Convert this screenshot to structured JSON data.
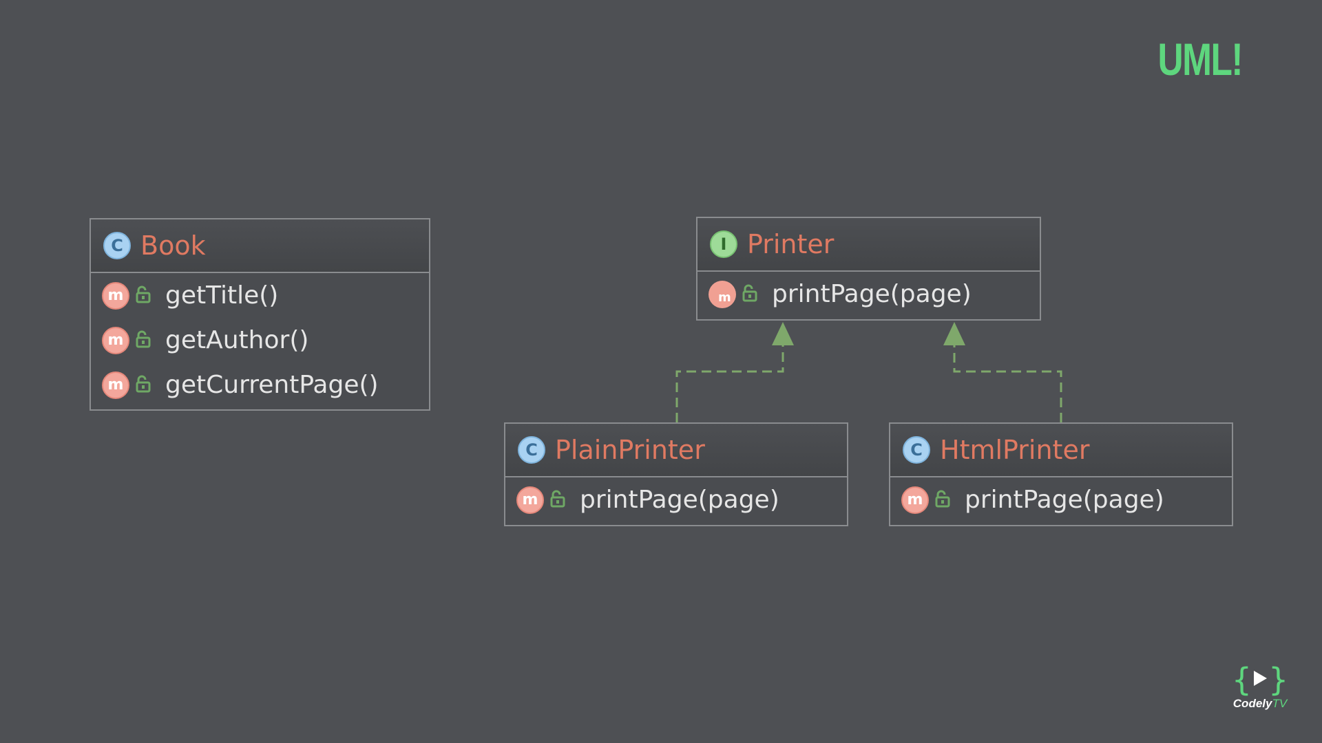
{
  "slide_title": "UML!",
  "colors": {
    "background": "#4e5054",
    "title": "#5ed67e",
    "type_name": "#e07a62",
    "member_text": "#e6e6e6",
    "connector": "#7fa86b",
    "lock": "#6fa865"
  },
  "diagram": {
    "book": {
      "stereotype_badge": "C",
      "name": "Book",
      "methods": [
        {
          "badge": "m",
          "name": "getTitle()"
        },
        {
          "badge": "m",
          "name": "getAuthor()"
        },
        {
          "badge": "m",
          "name": "getCurrentPage()"
        }
      ]
    },
    "printer": {
      "stereotype_badge": "I",
      "name": "Printer",
      "methods": [
        {
          "badge": "abstract-method-icon",
          "name": "printPage(page)"
        }
      ]
    },
    "plain_printer": {
      "stereotype_badge": "C",
      "name": "PlainPrinter",
      "methods": [
        {
          "badge": "m",
          "name": "printPage(page)"
        }
      ]
    },
    "html_printer": {
      "stereotype_badge": "C",
      "name": "HtmlPrinter",
      "methods": [
        {
          "badge": "m",
          "name": "printPage(page)"
        }
      ]
    },
    "relations": [
      {
        "type": "realization",
        "from": "PlainPrinter",
        "to": "Printer"
      },
      {
        "type": "realization",
        "from": "HtmlPrinter",
        "to": "Printer"
      }
    ]
  },
  "logo": {
    "mark": "play-icon",
    "brand_bold": "Codely",
    "brand_light": "TV"
  }
}
